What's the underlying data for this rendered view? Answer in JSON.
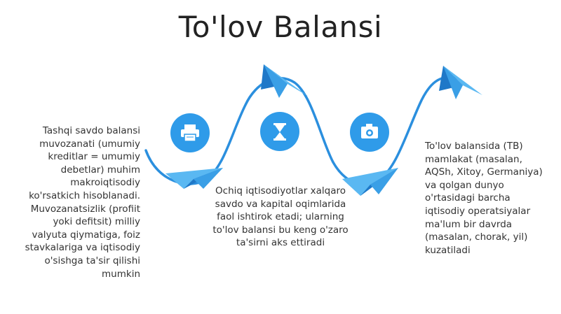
{
  "title": "To'lov Balansi",
  "colors": {
    "accent": "#2f9be9",
    "curve": "#2b8fde",
    "plane_light": "#5ab8f2",
    "plane_dark": "#1f78c8",
    "text": "#333333"
  },
  "icons": [
    "printer-icon",
    "hourglass-icon",
    "camera-icon"
  ],
  "texts": {
    "left": "Tashqi savdo balansi muvozanati (umumiy kreditlar = umumiy debetlar) muhim makroiqtisodiy ko'rsatkich hisoblanadi. Muvozanatsizlik (profiit yoki defitsit) milliy valyuta qiymatiga, foiz stavkalariga va iqtisodiy o'sishga ta'sir qilishi mumkin",
    "middle": "Ochiq iqtisodiyotlar xalqaro savdo va kapital oqimlarida faol ishtirok etadi; ularning to'lov balansi bu keng o'zaro ta'sirni aks ettiradi",
    "right": "To'lov balansida (TB) mamlakat (masalan, AQSh, Xitoy, Germaniya) va qolgan dunyo o'rtasidagi barcha iqtisodiy operatsiyalar ma'lum bir davrda (masalan, chorak, yil) kuzatiladi"
  }
}
